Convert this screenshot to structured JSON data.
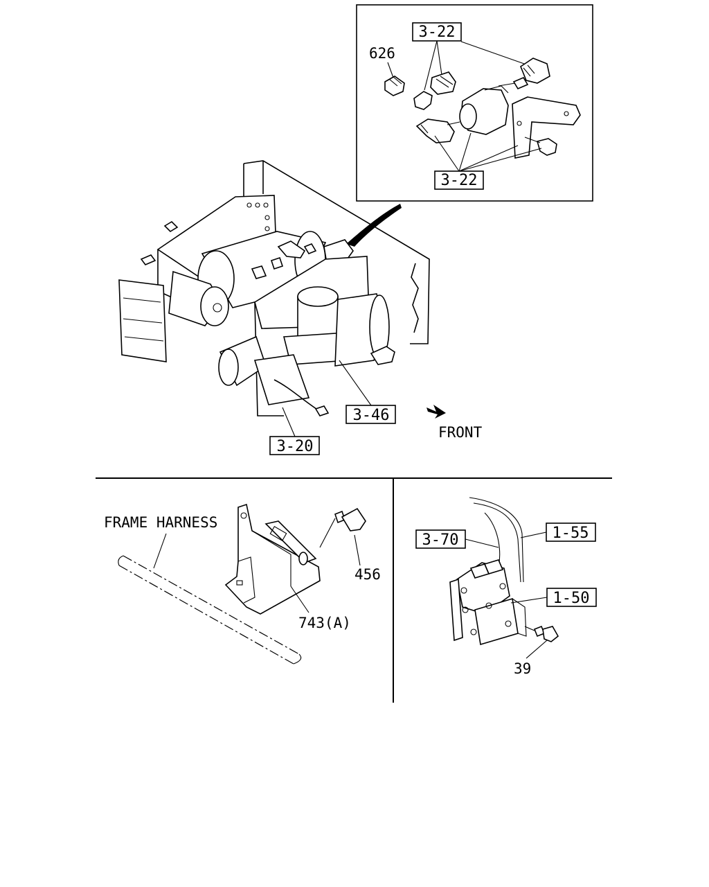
{
  "callouts": {
    "top_inset_upper": "3-22",
    "top_inset_lower": "3-22",
    "part_626": "626",
    "main_3_46": "3-46",
    "main_3_20": "3-20",
    "front_label": "FRONT",
    "frame_harness": "FRAME HARNESS",
    "part_456": "456",
    "part_743a": "743(A)",
    "ref_3_70": "3-70",
    "ref_1_55": "1-55",
    "ref_1_50": "1-50",
    "part_39": "39"
  },
  "icons": {
    "front_arrow": "arrow-right-down-icon"
  }
}
